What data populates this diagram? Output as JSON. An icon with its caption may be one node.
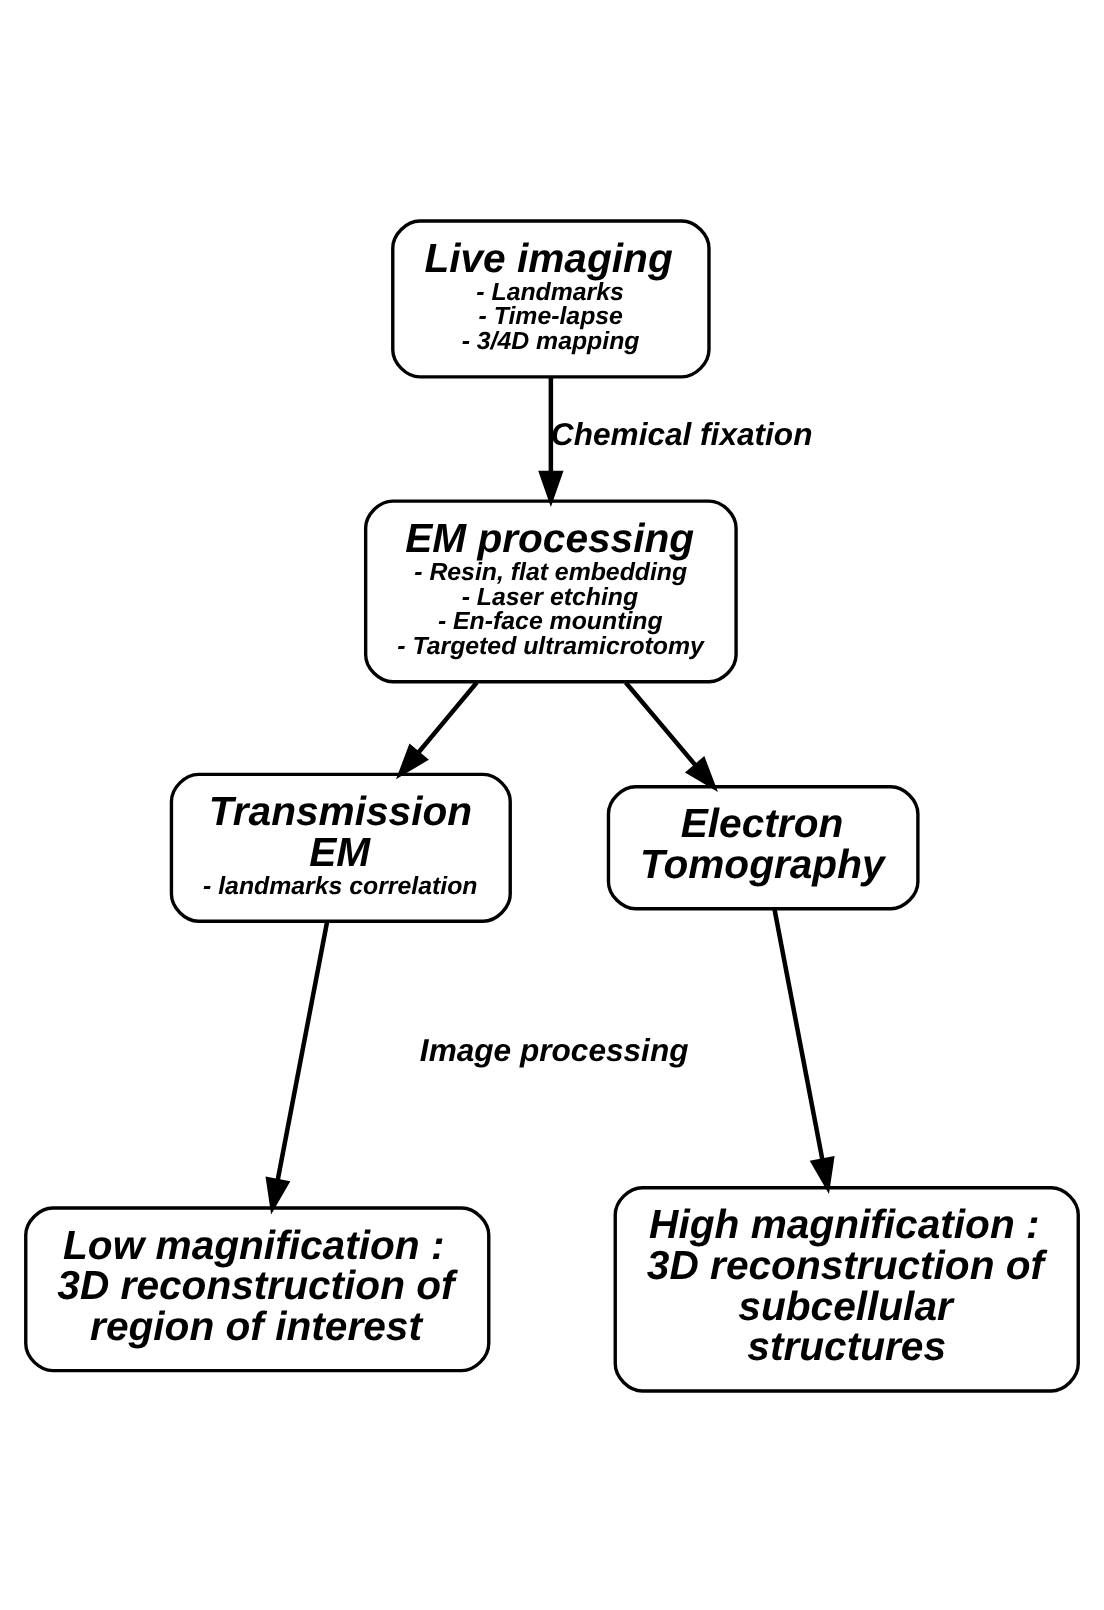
{
  "diagram": {
    "nodes": [
      {
        "text": [
          "Live imaging",
          "- Landmarks",
          "- Time-lapse",
          "- 3/4D mapping"
        ]
      },
      {
        "text": [
          "EM processing",
          "- Resin, flat embedding",
          "- Laser etching",
          "- En-face mounting",
          "- Targeted ultramicrotomy"
        ]
      },
      {
        "text": [
          "Transmission EM",
          "- landmarks correlation"
        ]
      },
      {
        "text": [
          "Electron Tomography"
        ]
      },
      {
        "text": [
          "Low magnification : 3D reconstruction of region of interest"
        ]
      },
      {
        "text": [
          "High magnification : 3D reconstruction of subcellular structures"
        ]
      }
    ],
    "edges": [
      {
        "from": 0,
        "to": 1,
        "arrow": "to",
        "label": "Chemical fixation"
      },
      {
        "from": 1,
        "to": 2,
        "arrow": "to"
      },
      {
        "from": 1,
        "to": 3,
        "arrow": "to"
      },
      {
        "from": 2,
        "to": 4,
        "arrow": "to"
      },
      {
        "from": 3,
        "to": 5,
        "arrow": "to"
      }
    ],
    "labels": [
      "Image processing"
    ]
  }
}
